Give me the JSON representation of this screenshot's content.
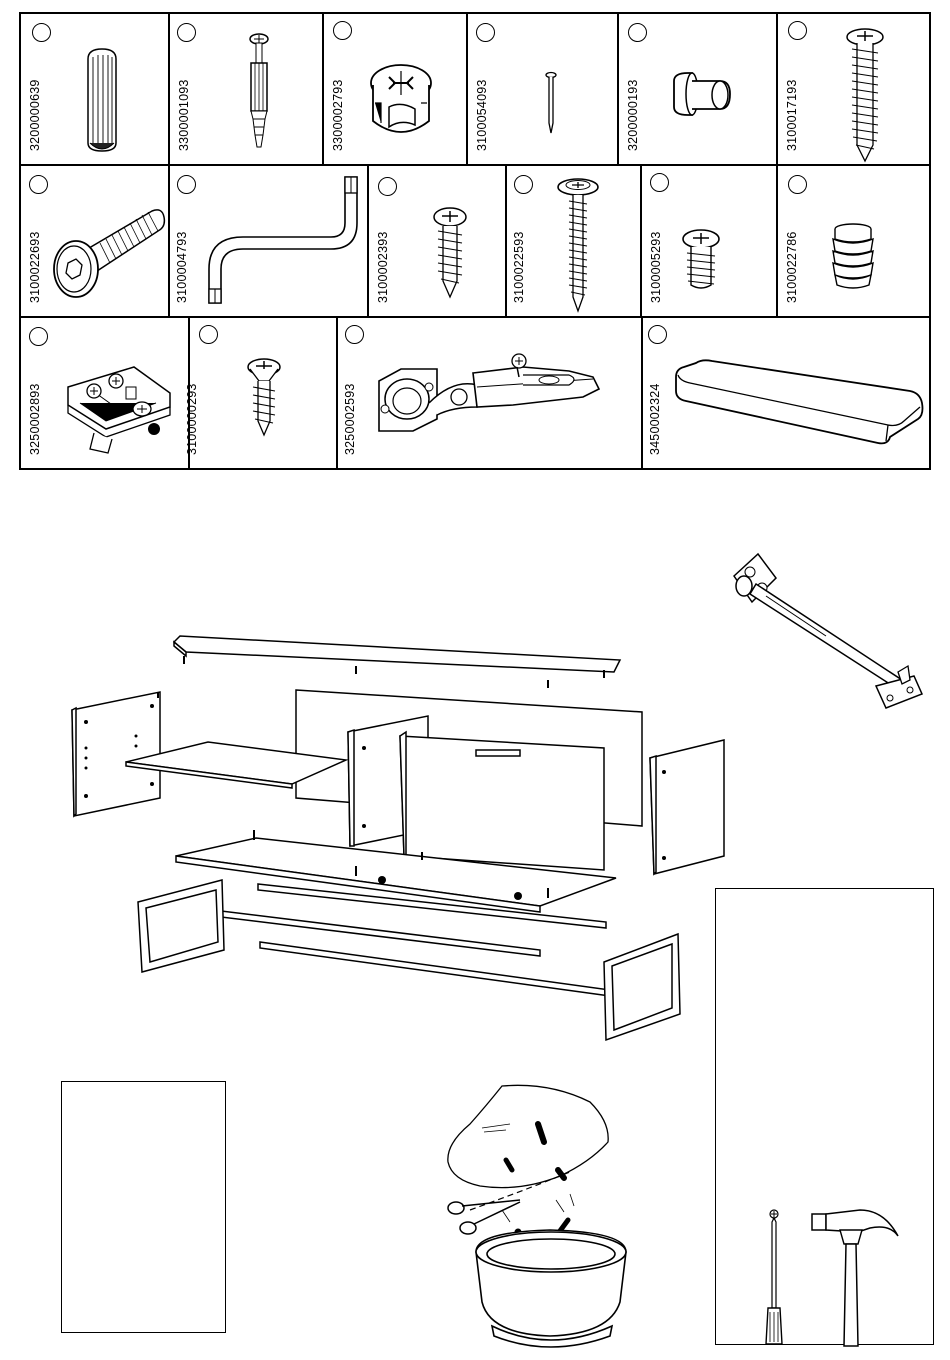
{
  "parts": [
    {
      "code": "3200000639",
      "icon": "wooden-dowel-icon"
    },
    {
      "code": "3300001093",
      "icon": "cam-bolt-icon"
    },
    {
      "code": "3300002793",
      "icon": "cam-lock-icon"
    },
    {
      "code": "3100054093",
      "icon": "nail-icon"
    },
    {
      "code": "3200000193",
      "icon": "shelf-pin-icon"
    },
    {
      "code": "3100017193",
      "icon": "long-wood-screw-icon"
    },
    {
      "code": "3100022693",
      "icon": "connector-bolt-icon"
    },
    {
      "code": "3100004793",
      "icon": "allen-key-icon"
    },
    {
      "code": "3100002393",
      "icon": "wood-screw-icon"
    },
    {
      "code": "3100022593",
      "icon": "washer-head-screw-icon"
    },
    {
      "code": "3100005293",
      "icon": "euro-screw-icon"
    },
    {
      "code": "3100022786",
      "icon": "plastic-insert-icon"
    },
    {
      "code": "3250002893",
      "icon": "mounting-plate-icon"
    },
    {
      "code": "3100000293",
      "icon": "countersunk-screw-icon"
    },
    {
      "code": "3250002593",
      "icon": "cabinet-hinge-icon"
    },
    {
      "code": "3450002324",
      "icon": "foam-pad-icon"
    }
  ],
  "colors": {
    "line": "#000000",
    "paper": "#ffffff"
  }
}
